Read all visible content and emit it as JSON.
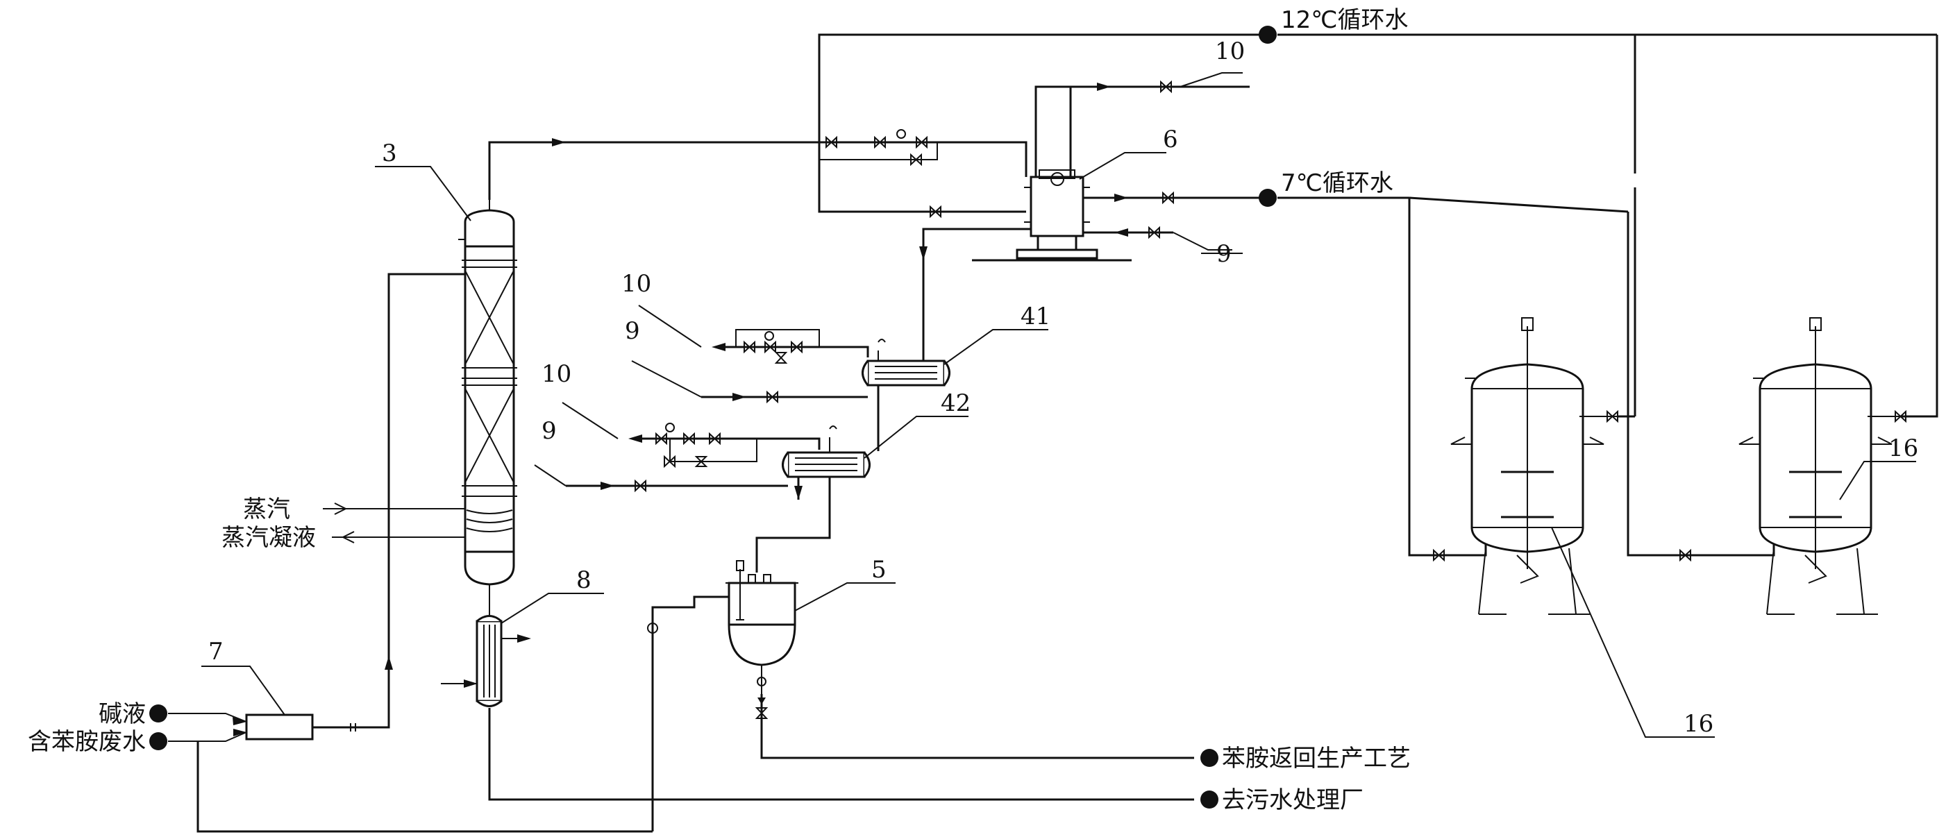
{
  "labels": {
    "tower": "3",
    "ejector": "6",
    "cond1": "41",
    "cond2": "42",
    "receiver": "5",
    "mixer": "7",
    "cooler": "8",
    "tank_a": "16",
    "tank_b": "16",
    "v10_top": "10",
    "v10_mid": "10",
    "v10_low": "10",
    "v9_top": "9",
    "v9_mid": "9",
    "v9_low": "9"
  },
  "streams": {
    "water12": "12℃循环水",
    "water7": "7℃循环水",
    "steam": "蒸汽",
    "condensate": "蒸汽凝液",
    "alkali": "碱液",
    "wastewater": "含苯胺废水",
    "aniline_return": "苯胺返回生产工艺",
    "to_sewage": "去污水处理厂"
  }
}
